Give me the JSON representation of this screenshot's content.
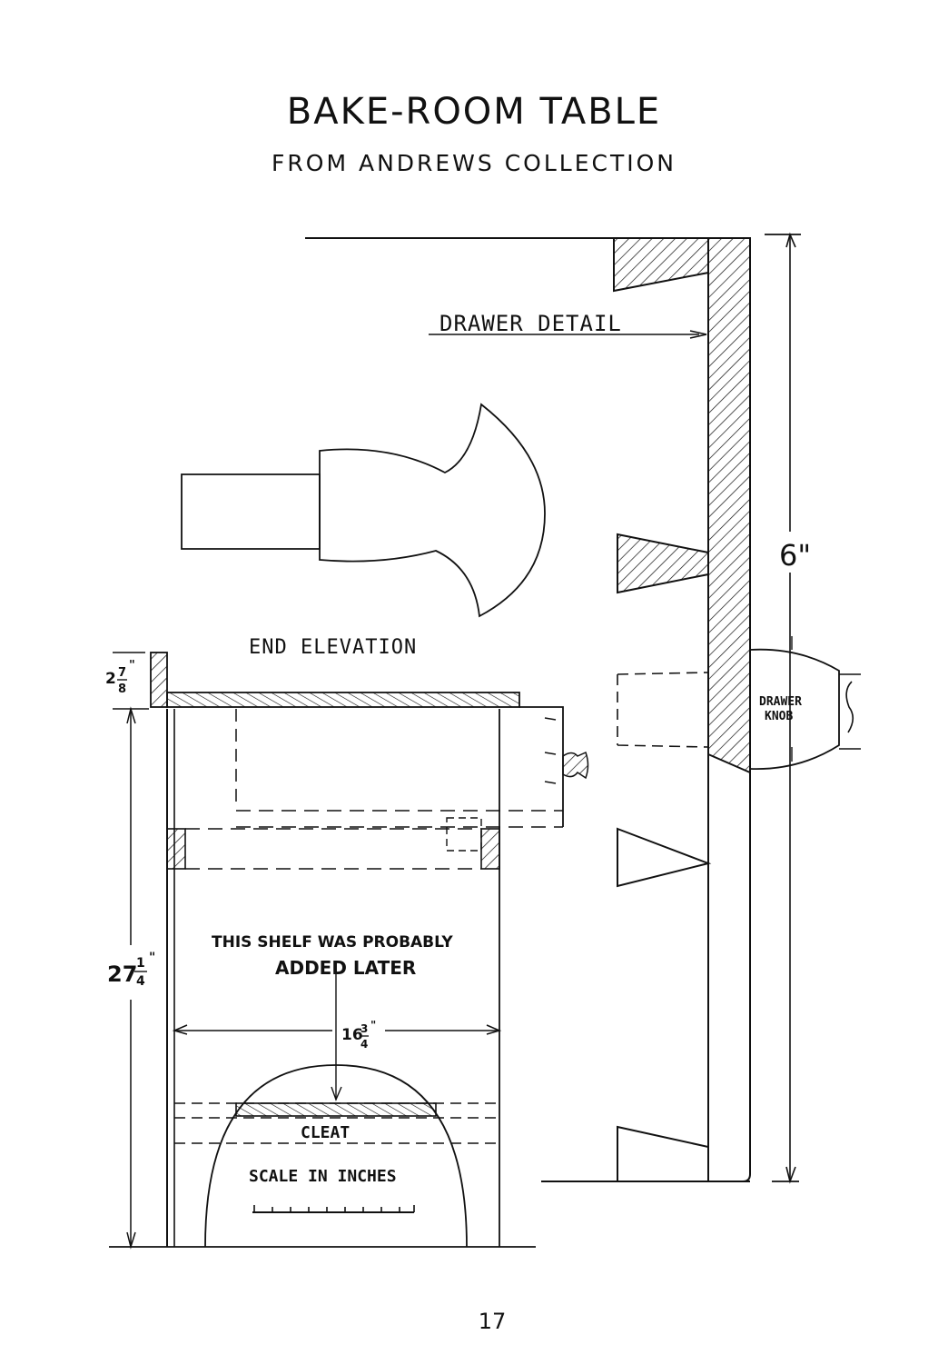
{
  "document": {
    "title": "BAKE-ROOM TABLE",
    "subtitle": "FROM ANDREWS COLLECTION",
    "page_number": "17"
  },
  "labels": {
    "drawer_detail": "DRAWER DETAIL",
    "end_elevation": "END ELEVATION",
    "shelf_note_line1": "THIS SHELF WAS PROBABLY",
    "shelf_note_line2": "ADDED LATER",
    "cleat": "CLEAT",
    "scale": "SCALE IN INCHES",
    "drawer_knob_line1": "DRAWER",
    "drawer_knob_line2": "KNOB"
  },
  "dimensions": {
    "drawer_height": "6\"",
    "top_thickness_whole": "2",
    "top_thickness_num": "7",
    "top_thickness_den": "8",
    "top_thickness_unit": "\"",
    "table_height_whole": "27",
    "table_height_num": "1",
    "table_height_den": "4",
    "table_height_unit": "\"",
    "width_whole": "16",
    "width_num": "3",
    "width_den": "4",
    "width_unit": "\""
  }
}
